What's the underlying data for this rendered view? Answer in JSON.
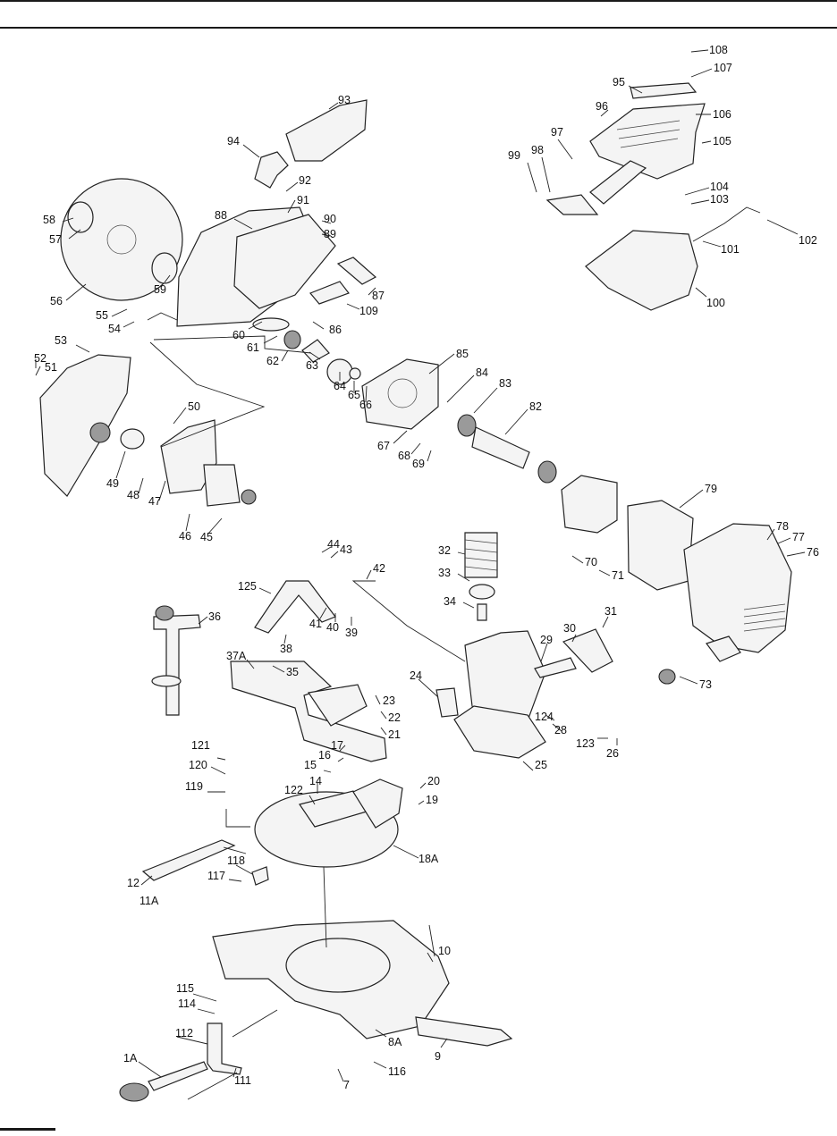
{
  "page": {
    "background": "#ffffff",
    "ink": "#111111"
  },
  "callouts": [
    {
      "id": "108",
      "label": "108"
    },
    {
      "id": "107",
      "label": "107"
    },
    {
      "id": "95",
      "label": "95"
    },
    {
      "id": "96",
      "label": "96"
    },
    {
      "id": "106",
      "label": "106"
    },
    {
      "id": "97",
      "label": "97"
    },
    {
      "id": "105",
      "label": "105"
    },
    {
      "id": "98",
      "label": "98"
    },
    {
      "id": "99",
      "label": "99"
    },
    {
      "id": "104",
      "label": "104"
    },
    {
      "id": "103",
      "label": "103"
    },
    {
      "id": "102",
      "label": "102"
    },
    {
      "id": "101",
      "label": "101"
    },
    {
      "id": "100",
      "label": "100"
    },
    {
      "id": "93",
      "label": "93"
    },
    {
      "id": "94",
      "label": "94"
    },
    {
      "id": "92",
      "label": "92"
    },
    {
      "id": "91",
      "label": "91"
    },
    {
      "id": "88",
      "label": "88"
    },
    {
      "id": "90",
      "label": "90"
    },
    {
      "id": "89",
      "label": "89"
    },
    {
      "id": "58",
      "label": "58"
    },
    {
      "id": "57",
      "label": "57"
    },
    {
      "id": "56",
      "label": "56"
    },
    {
      "id": "59",
      "label": "59"
    },
    {
      "id": "87",
      "label": "87"
    },
    {
      "id": "109",
      "label": "109"
    },
    {
      "id": "55",
      "label": "55"
    },
    {
      "id": "54",
      "label": "54"
    },
    {
      "id": "60",
      "label": "60"
    },
    {
      "id": "61",
      "label": "61"
    },
    {
      "id": "86",
      "label": "86"
    },
    {
      "id": "62",
      "label": "62"
    },
    {
      "id": "63",
      "label": "63"
    },
    {
      "id": "53",
      "label": "53"
    },
    {
      "id": "85",
      "label": "85"
    },
    {
      "id": "52",
      "label": "52"
    },
    {
      "id": "51",
      "label": "51"
    },
    {
      "id": "64",
      "label": "64"
    },
    {
      "id": "65",
      "label": "65"
    },
    {
      "id": "66",
      "label": "66"
    },
    {
      "id": "84",
      "label": "84"
    },
    {
      "id": "83",
      "label": "83"
    },
    {
      "id": "82",
      "label": "82"
    },
    {
      "id": "50",
      "label": "50"
    },
    {
      "id": "67",
      "label": "67"
    },
    {
      "id": "68",
      "label": "68"
    },
    {
      "id": "69",
      "label": "69"
    },
    {
      "id": "49",
      "label": "49"
    },
    {
      "id": "48",
      "label": "48"
    },
    {
      "id": "47",
      "label": "47"
    },
    {
      "id": "46",
      "label": "46"
    },
    {
      "id": "45",
      "label": "45"
    },
    {
      "id": "79",
      "label": "79"
    },
    {
      "id": "44",
      "label": "44"
    },
    {
      "id": "43",
      "label": "43"
    },
    {
      "id": "42",
      "label": "42"
    },
    {
      "id": "32",
      "label": "32"
    },
    {
      "id": "33",
      "label": "33"
    },
    {
      "id": "125",
      "label": "125"
    },
    {
      "id": "78",
      "label": "78"
    },
    {
      "id": "77",
      "label": "77"
    },
    {
      "id": "76",
      "label": "76"
    },
    {
      "id": "70",
      "label": "70"
    },
    {
      "id": "71",
      "label": "71"
    },
    {
      "id": "34",
      "label": "34"
    },
    {
      "id": "41",
      "label": "41"
    },
    {
      "id": "40",
      "label": "40"
    },
    {
      "id": "39",
      "label": "39"
    },
    {
      "id": "38",
      "label": "38"
    },
    {
      "id": "36",
      "label": "36"
    },
    {
      "id": "31",
      "label": "31"
    },
    {
      "id": "30",
      "label": "30"
    },
    {
      "id": "29",
      "label": "29"
    },
    {
      "id": "73",
      "label": "73"
    },
    {
      "id": "37A",
      "label": "37A"
    },
    {
      "id": "35",
      "label": "35"
    },
    {
      "id": "23",
      "label": "23"
    },
    {
      "id": "24",
      "label": "24"
    },
    {
      "id": "22",
      "label": "22"
    },
    {
      "id": "21",
      "label": "21"
    },
    {
      "id": "124",
      "label": "124"
    },
    {
      "id": "28",
      "label": "28"
    },
    {
      "id": "123",
      "label": "123"
    },
    {
      "id": "26",
      "label": "26"
    },
    {
      "id": "121",
      "label": "121"
    },
    {
      "id": "17",
      "label": "17"
    },
    {
      "id": "16",
      "label": "16"
    },
    {
      "id": "25",
      "label": "25"
    },
    {
      "id": "120",
      "label": "120"
    },
    {
      "id": "15",
      "label": "15"
    },
    {
      "id": "119",
      "label": "119"
    },
    {
      "id": "20",
      "label": "20"
    },
    {
      "id": "14",
      "label": "14"
    },
    {
      "id": "19",
      "label": "19"
    },
    {
      "id": "122",
      "label": "122"
    },
    {
      "id": "18A",
      "label": "18A"
    },
    {
      "id": "118",
      "label": "118"
    },
    {
      "id": "12",
      "label": "12"
    },
    {
      "id": "117",
      "label": "117"
    },
    {
      "id": "11A",
      "label": "11A"
    },
    {
      "id": "10",
      "label": "10"
    },
    {
      "id": "115",
      "label": "115"
    },
    {
      "id": "114",
      "label": "114"
    },
    {
      "id": "112",
      "label": "112"
    },
    {
      "id": "8A",
      "label": "8A"
    },
    {
      "id": "1A",
      "label": "1A"
    },
    {
      "id": "9",
      "label": "9"
    },
    {
      "id": "111",
      "label": "111"
    },
    {
      "id": "7",
      "label": "7"
    },
    {
      "id": "116",
      "label": "116"
    }
  ]
}
